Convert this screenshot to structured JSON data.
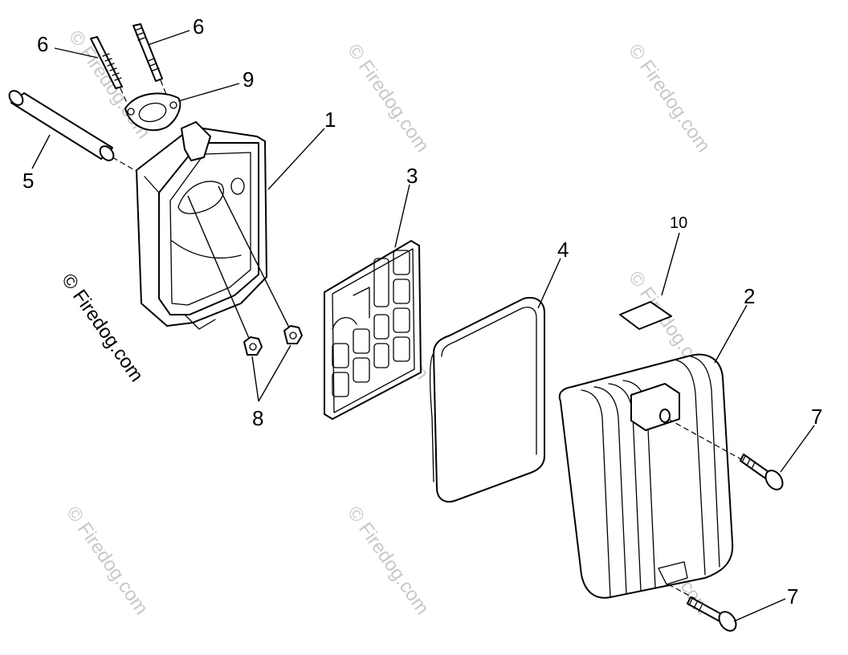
{
  "watermark": "© Firedog.com",
  "callouts": {
    "c1": "1",
    "c2": "2",
    "c3": "3",
    "c4": "4",
    "c5": "5",
    "c6a": "6",
    "c6b": "6",
    "c7a": "7",
    "c7b": "7",
    "c8": "8",
    "c9": "9",
    "c10": "10"
  }
}
